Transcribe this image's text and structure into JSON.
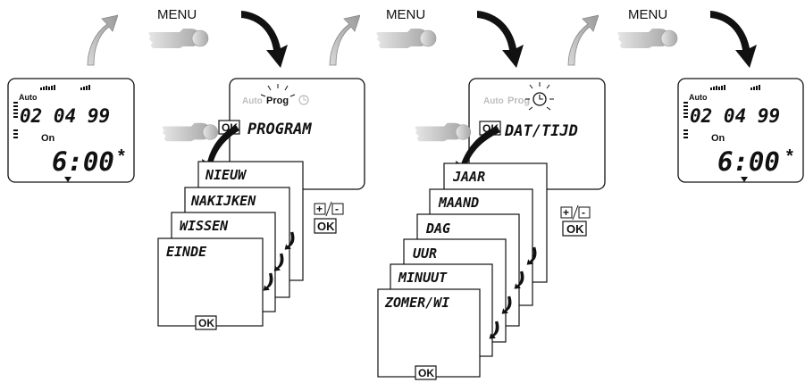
{
  "menu_label": "MENU",
  "start_display": {
    "mode": "Auto",
    "date": "02 04 99",
    "state": "On",
    "time": "6:00",
    "symbol": "*"
  },
  "program_panel": {
    "mode": "Auto",
    "prog": "Prog",
    "ok": "OK",
    "title": "PROGRAM",
    "items": [
      "NIEUW",
      "NAKIJKEN",
      "WISSEN",
      "EINDE"
    ],
    "confirm": "OK",
    "plus": "+",
    "minus": "-",
    "nav_ok": "OK"
  },
  "datetime_panel": {
    "mode": "Auto",
    "prog": "Prog",
    "ok": "OK",
    "title": "DAT/TIJD",
    "items": [
      "JAAR",
      "MAAND",
      "DAG",
      "UUR",
      "MINUUT",
      "ZOMER/WI"
    ],
    "confirm": "OK",
    "plus": "+",
    "minus": "-",
    "nav_ok": "OK"
  },
  "end_display": {
    "mode": "Auto",
    "date": "02 04 99",
    "state": "On",
    "time": "6:00",
    "symbol": "*"
  }
}
